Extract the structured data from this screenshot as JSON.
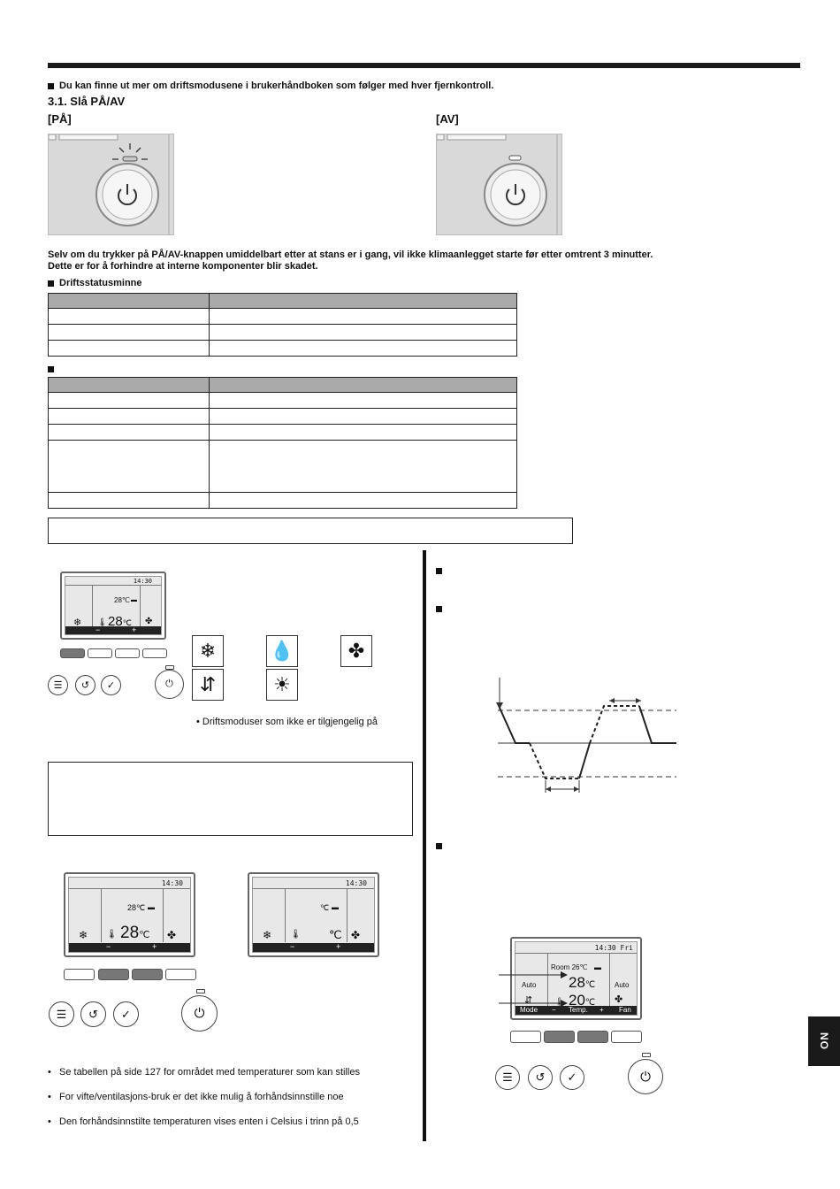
{
  "intro_note": "Du kan finne ut mer om driftsmodusene i brukerhåndboken som følger med hver fjernkontroll.",
  "section_title": "3.1. Slå PÅ/AV",
  "on_label": "[PÅ]",
  "off_label": "[AV]",
  "warning_line1": "Selv om du trykker på PÅ/AV-knappen umiddelbart etter at stans er i gang, vil ikke klimaanlegget starte før etter omtrent 3 minutter.",
  "warning_line2": "Dette er for å forhindre at interne komponenter blir skadet.",
  "memory_heading": "Driftsstatusminne",
  "lcd_small": {
    "clock": "14:30",
    "set_temp": "28℃",
    "big_temp": "28",
    "big_unit": "℃",
    "minus": "−",
    "plus": "+"
  },
  "lcd_a": {
    "clock": "14:30",
    "set_temp": "28℃",
    "big_temp": "28",
    "big_unit": "℃",
    "minus": "−",
    "plus": "+"
  },
  "lcd_b": {
    "clock": "14:30",
    "set_temp": "℃",
    "big_temp": "",
    "big_unit": "℃",
    "minus": "−",
    "plus": "+"
  },
  "lcd_auto": {
    "clock": "14:30 Fri",
    "room": "Room 26℃",
    "mode_left": "Auto",
    "mode_right": "Auto",
    "temp_high": "28",
    "temp_low": "20",
    "unit": "℃",
    "bar_mode": "Mode",
    "bar_minus": "−",
    "bar_temp": "Temp.",
    "bar_plus": "+",
    "bar_fan": "Fan"
  },
  "modes_note": "• Driftsmoduser som ikke er tilgjengelig på",
  "bullets": [
    "Se tabellen på side 127 for området med temperaturer som kan stilles",
    "For vifte/ventilasjons-bruk er det ikke mulig å forhåndsinnstille noe",
    "Den forhåndsinnstilte temperaturen vises enten i Celsius i trinn på 0,5"
  ],
  "language_tab": "NO",
  "icons": {
    "power": "power-icon",
    "menu": "menu-icon",
    "back": "return-icon",
    "confirm": "check-icon",
    "cool": "snowflake-icon",
    "dry": "droplet-icon",
    "fan": "fan-icon",
    "auto": "auto-arrows-icon",
    "heat": "sun-icon"
  }
}
